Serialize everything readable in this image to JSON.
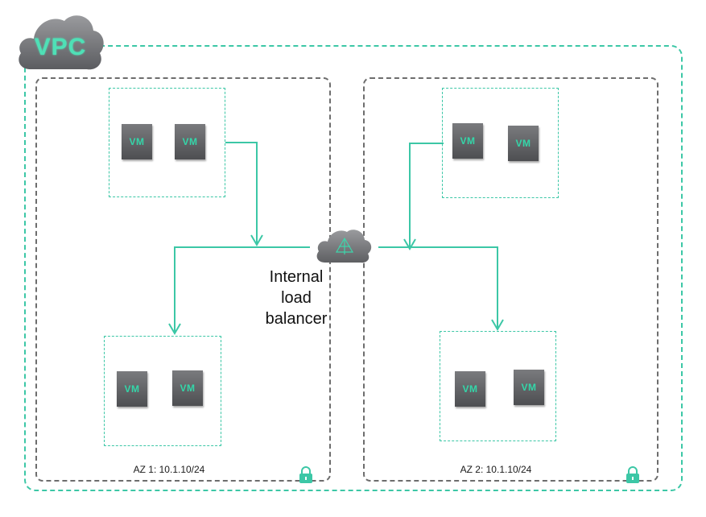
{
  "vpc": {
    "label": "VPC"
  },
  "load_balancer": {
    "lines": [
      "Internal",
      "load",
      "balancer"
    ]
  },
  "availability_zones": [
    {
      "label": "AZ 1: 10.1.10/24"
    },
    {
      "label": "AZ 2: 10.1.10/24"
    }
  ],
  "vm_label": "VM",
  "colors": {
    "accent": "#3cc7a6",
    "az_border": "#6d6d6d",
    "vm_text": "#34d6a9"
  }
}
